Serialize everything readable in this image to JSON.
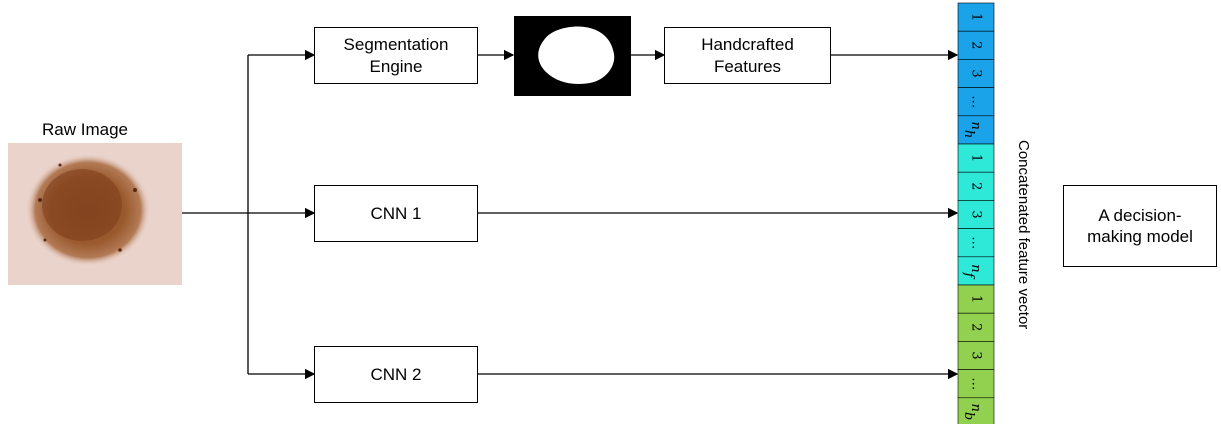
{
  "input": {
    "label": "Raw Image"
  },
  "boxes": {
    "segmentation_line1": "Segmentation",
    "segmentation_line2": "Engine",
    "handcrafted_line1": "Handcrafted",
    "handcrafted_line2": "Features",
    "cnn1": "CNN 1",
    "cnn2": "CNN 2",
    "decision_line1": "A decision-",
    "decision_line2": "making model"
  },
  "vector": {
    "label": "Concatenated feature vector",
    "segments": [
      {
        "color": "#1aa3e8",
        "cells": [
          "1",
          "2",
          "3",
          "…",
          "n"
        ],
        "last_sub": "h"
      },
      {
        "color": "#2ee8d8",
        "cells": [
          "1",
          "2",
          "3",
          "…",
          "n"
        ],
        "last_sub": "f"
      },
      {
        "color": "#92d050",
        "cells": [
          "1",
          "2",
          "3",
          "…",
          "n"
        ],
        "last_sub": "b"
      }
    ]
  },
  "colors": {
    "line": "#000000",
    "mask_bg": "#000000",
    "mask_fg": "#ffffff",
    "lesion": "#8a4a25",
    "skin": "#e8cdc3"
  }
}
